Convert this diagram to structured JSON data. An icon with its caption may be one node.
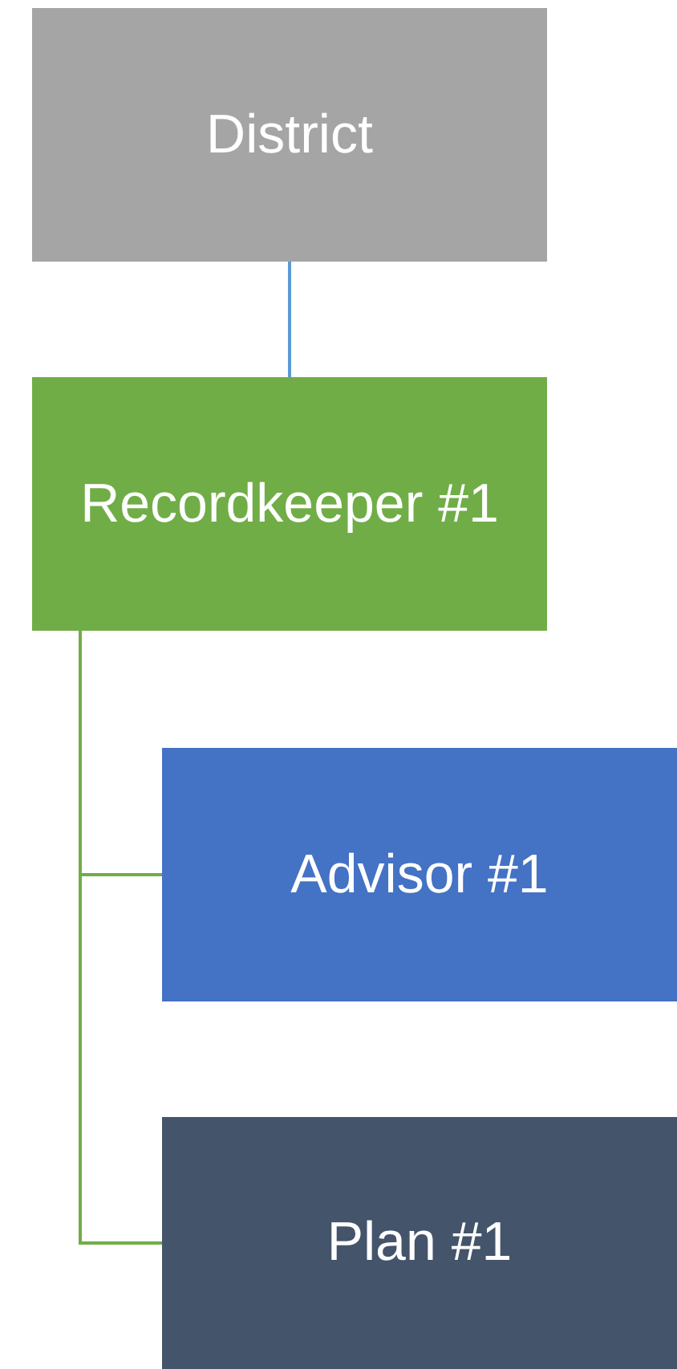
{
  "diagram": {
    "nodes": [
      {
        "text": [
          "District"
        ]
      },
      {
        "text": [
          "Recordkeeper #1"
        ]
      },
      {
        "text": [
          "Advisor #1"
        ]
      },
      {
        "text": [
          "Plan #1"
        ]
      }
    ],
    "edges": [
      {
        "from": 0,
        "to": 1,
        "arrow": "none",
        "color": "#5b9bd5"
      },
      {
        "from": 1,
        "to": 2,
        "arrow": "none"
      },
      {
        "from": 1,
        "to": 3,
        "arrow": "none"
      }
    ]
  }
}
